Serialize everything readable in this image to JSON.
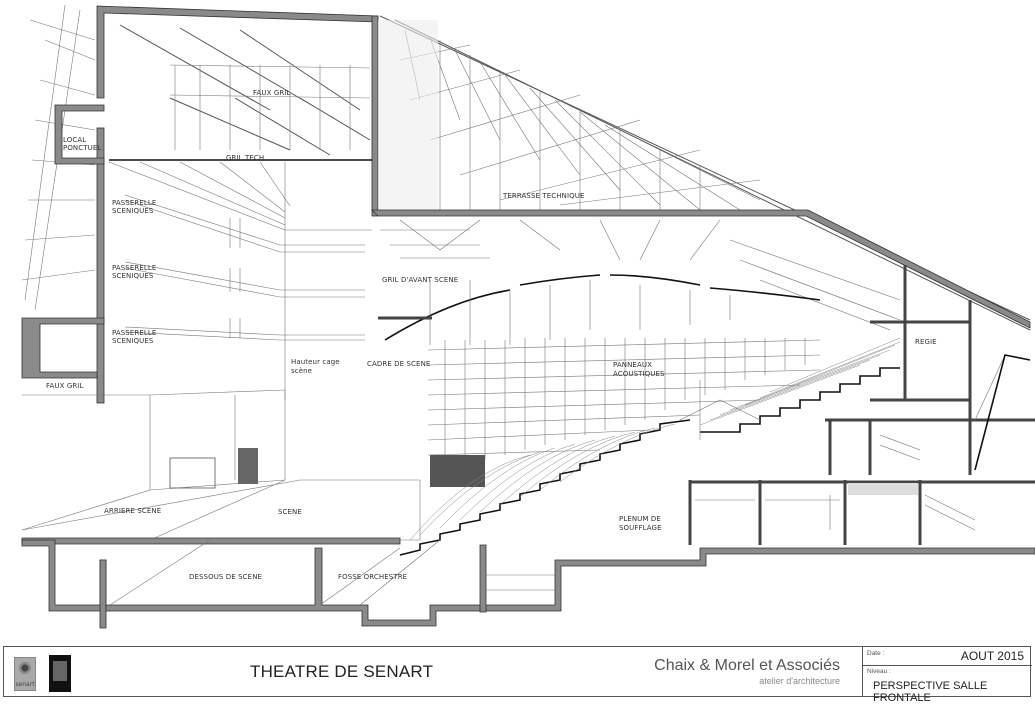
{
  "drawing": {
    "labels": {
      "local_ponctuel": [
        "LOCAL",
        "PONCTUEL"
      ],
      "faux_gril_top": "FAUX GRIL",
      "gril": "GRIL TECH",
      "passerelle_1": [
        "PASSERELLE",
        "SCENIQUES"
      ],
      "passerelle_2": [
        "PASSERELLE",
        "SCENIQUES"
      ],
      "passerelle_3": [
        "PASSERELLE",
        "SCENIQUES"
      ],
      "faux_gril_left": "FAUX GRIL",
      "hauteur_cage": [
        "Hauteur cage",
        "scène"
      ],
      "cadre_de_scene": "CADRE DE SCENE",
      "gril_avant_scene": "GRIL D'AVANT SCENE",
      "terrasse_technique": "TERRASSE TECHNIQUE",
      "panneaux_acoustiques": [
        "PANNEAUX",
        "ACOUSTIQUES"
      ],
      "regie": "REGIE",
      "arriere_scene": "ARRIERE SCENE",
      "scene": "SCENE",
      "plenum": [
        "PLENUM DE",
        "SOUFFLAGE"
      ],
      "dessous_de_scene": "DESSOUS DE SCENE",
      "fosse_orchestre": "FOSSE ORCHESTRE"
    }
  },
  "title_block": {
    "logo_left_text": "senart",
    "project_title": "THEATRE DE SENART",
    "firm_name": "Chaix & Morel et Associés",
    "firm_subtitle": "atelier d'architecture",
    "date_label": "Date :",
    "date_value": "AOUT 2015",
    "level_label": "Niveau :",
    "level_value": "PERSPECTIVE SALLE FRONTALE"
  }
}
